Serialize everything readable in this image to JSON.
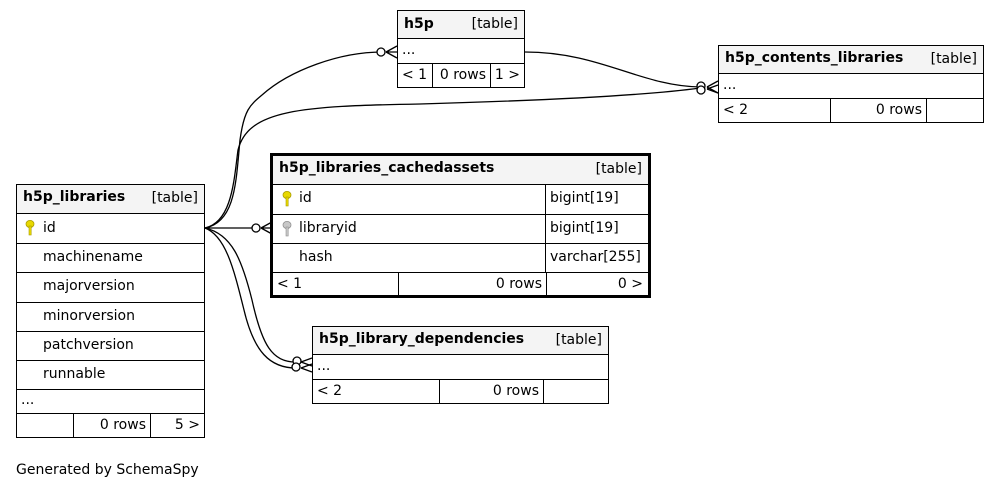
{
  "tables": {
    "h5p": {
      "name": "h5p",
      "kind": "[table]",
      "ellipsis": "...",
      "stats": {
        "parents": "< 1",
        "rows": "0 rows",
        "children": "1 >"
      }
    },
    "contents_libraries": {
      "name": "h5p_contents_libraries",
      "kind": "[table]",
      "ellipsis": "...",
      "stats": {
        "parents": "< 2",
        "rows": "0 rows",
        "children": ""
      }
    },
    "libraries": {
      "name": "h5p_libraries",
      "kind": "[table]",
      "columns": [
        "id",
        "machinename",
        "majorversion",
        "minorversion",
        "patchversion",
        "runnable"
      ],
      "ellipsis": "...",
      "stats": {
        "parents": "",
        "rows": "0 rows",
        "children": "5 >"
      }
    },
    "cachedassets": {
      "name": "h5p_libraries_cachedassets",
      "kind": "[table]",
      "columns": [
        {
          "name": "id",
          "type": "bigint[19]",
          "key": "primary"
        },
        {
          "name": "libraryid",
          "type": "bigint[19]",
          "key": "foreign"
        },
        {
          "name": "hash",
          "type": "varchar[255]",
          "key": ""
        }
      ],
      "stats": {
        "parents": "< 1",
        "rows": "0 rows",
        "children": "0 >"
      }
    },
    "dependencies": {
      "name": "h5p_library_dependencies",
      "kind": "[table]",
      "ellipsis": "...",
      "stats": {
        "parents": "< 2",
        "rows": "0 rows",
        "children": ""
      }
    }
  },
  "colors": {
    "primary_key": "#e8d800",
    "foreign_key": "#b0b0b0",
    "header_bg": "#f4f4f4"
  },
  "footer": "Generated by SchemaSpy"
}
